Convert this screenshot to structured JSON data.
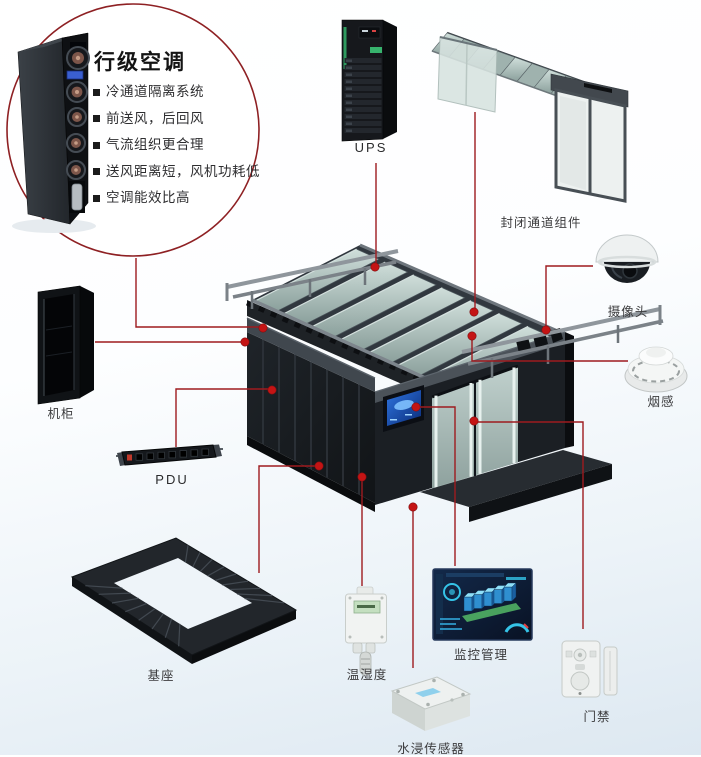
{
  "diagram": {
    "callout": {
      "title": "行级空调",
      "bullets": [
        "冷通道隔离系统",
        "前送风，后回风",
        "气流组织更合理",
        "送风距离短，风机功耗低",
        "空调能效比高"
      ]
    },
    "components": {
      "ups": {
        "label": "UPS"
      },
      "aisle_containment": {
        "label": "封闭通道组件"
      },
      "camera": {
        "label": "摄像头"
      },
      "smoke_detector": {
        "label": "烟感"
      },
      "rack": {
        "label": "机柜"
      },
      "pdu": {
        "label": "PDU"
      },
      "base_frame": {
        "label": "基座"
      },
      "temp_humidity": {
        "label": "温湿度"
      },
      "monitoring": {
        "label": "监控管理"
      },
      "water_sensor": {
        "label": "水浸传感器"
      },
      "door_access": {
        "label": "门禁"
      }
    },
    "colors": {
      "connector_line": "#9e1b1f",
      "connector_dot": "#c41414",
      "callout_circle": "#8e2023"
    }
  }
}
